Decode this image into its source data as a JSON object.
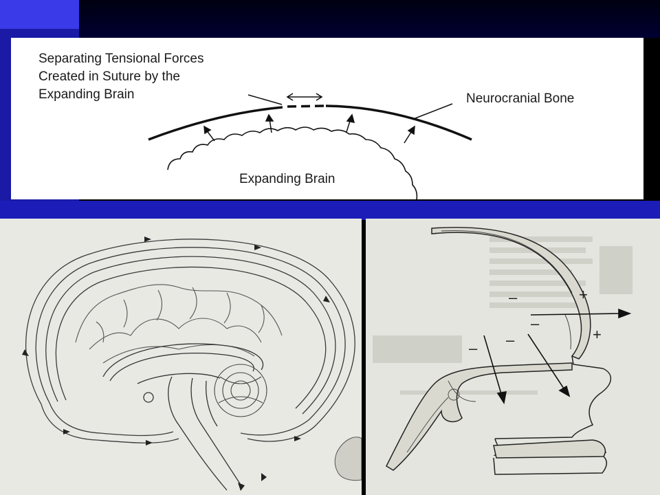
{
  "diagram": {
    "tension_label_lines": [
      "Separating Tensional Forces",
      "Created in Suture by the",
      "Expanding Brain"
    ],
    "bone_label": "Neurocranial Bone",
    "brain_label": "Expanding Brain"
  },
  "signs": {
    "minus": "–",
    "plus": "+"
  },
  "colors": {
    "slide_blue": "#1a1aa6",
    "panel_white": "#ffffff",
    "sketch_paper": "#e8e9e3"
  }
}
